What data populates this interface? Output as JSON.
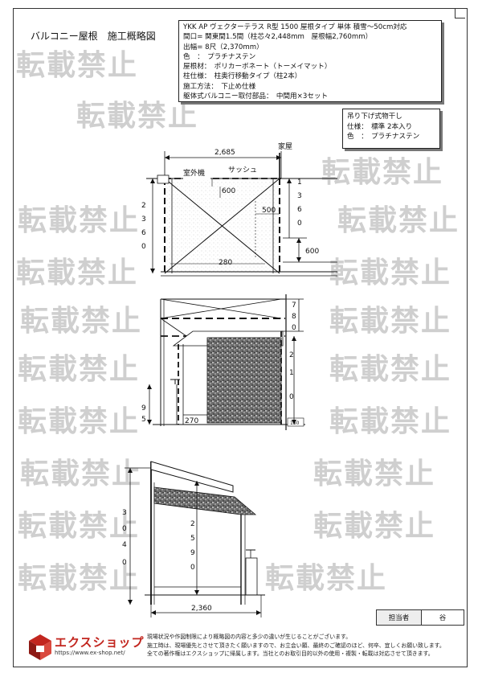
{
  "title": "バルコニー屋根　施工概略図",
  "spec": {
    "lines": [
      "YKK AP ヴェクターテラス R型 1500 屋根タイプ 単体 積雪～50cm対応",
      "間口= 関東間1.5間（柱芯々2,448mm　屋根幅2,760mm）",
      "出幅= 8尺（2,370mm）",
      "色　：　プラチナステン",
      "屋根材：　ポリカーボネート（トーメイマット）",
      "柱仕様：　柱奥行移動タイプ（柱2本）",
      "施工方法：　下止め仕様",
      "躯体式バルコニー取付部品：　中間用×3セット"
    ]
  },
  "hanger": {
    "lines": [
      "吊り下げ式物干し",
      "仕様：　標準 2本入り",
      "色　：　プラチナステン"
    ]
  },
  "drawing1": {
    "house_label": "家屋",
    "outdoor_unit_label": "室外機",
    "sash_label": "サッシュ",
    "width_dim": "2,685",
    "height_digits": [
      "2",
      "3",
      "6",
      "0"
    ],
    "right_digits": [
      "1",
      "3",
      "6",
      "0"
    ],
    "dim_600_top": "600",
    "dim_500": "500",
    "dim_600_right": "600",
    "dim_280": "280"
  },
  "drawing2": {
    "top_digits": [
      "7",
      "8",
      "0"
    ],
    "main_digits": [
      "2",
      "1",
      "0"
    ],
    "left_digits": [
      "9",
      "5"
    ],
    "dim_270": "270",
    "dim_150": "150"
  },
  "drawing3": {
    "left_digits": [
      "3",
      "0",
      "4",
      "0"
    ],
    "inner_digits": [
      "2",
      "5",
      "9",
      "0"
    ],
    "width_dim": "2,360"
  },
  "sign": {
    "label": "担当者",
    "value": "谷"
  },
  "footer": {
    "logo_name": "エクスショップ",
    "logo_url": "https://www.ex-shop.net/",
    "notes": [
      "現場状況や作図制限により概略図の内容と多少の違いが生じることがございます。",
      "施工時は、現場優先とさせて頂きたく願いますので、お立会い願、最終のご確認のほど、何卒、宜しくお願い致します。",
      "全ての著作権はエクスショップに帰属します。当社とのお取引目的以外の使用・複製・転載は対応させて頂きます。"
    ]
  },
  "watermark_text": "転載禁止",
  "colors": {
    "logo_red": "#c2261f",
    "watermark": "#cfcfcf"
  }
}
